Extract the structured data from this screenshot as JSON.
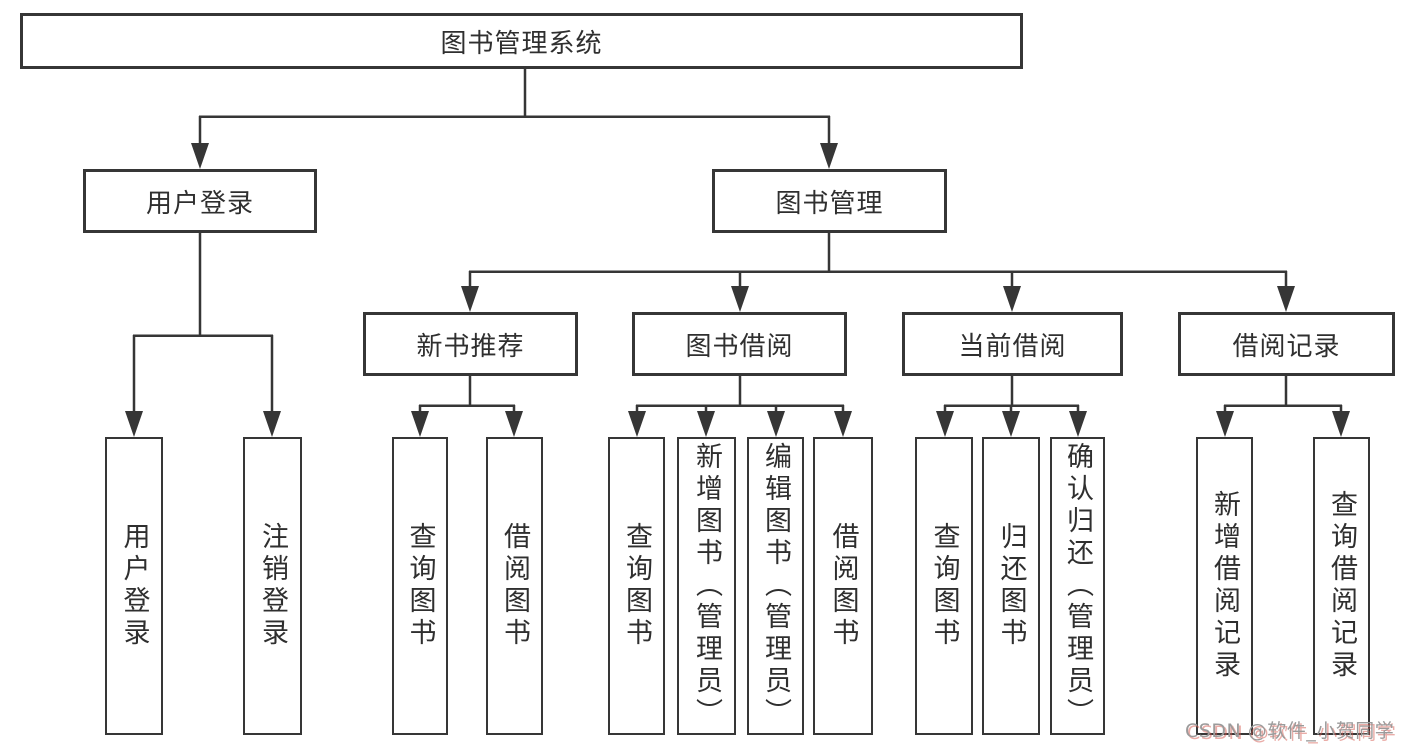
{
  "tree": {
    "root": {
      "label": "图书管理系统"
    },
    "branches": [
      {
        "label": "用户登录",
        "children": [
          {
            "label": "用户登录"
          },
          {
            "label": "注销登录"
          }
        ]
      },
      {
        "label": "图书管理",
        "groups": [
          {
            "label": "新书推荐",
            "children": [
              {
                "label": "查询图书"
              },
              {
                "label": "借阅图书"
              }
            ]
          },
          {
            "label": "图书借阅",
            "children": [
              {
                "label": "查询图书"
              },
              {
                "label": "新增图书（管理员）"
              },
              {
                "label": "编辑图书（管理员）"
              },
              {
                "label": "借阅图书"
              }
            ]
          },
          {
            "label": "当前借阅",
            "children": [
              {
                "label": "查询图书"
              },
              {
                "label": "归还图书"
              },
              {
                "label": "确认归还（管理员）"
              }
            ]
          },
          {
            "label": "借阅记录",
            "children": [
              {
                "label": "新增借阅记录"
              },
              {
                "label": "查询借阅记录"
              }
            ]
          }
        ]
      }
    ]
  },
  "watermark": {
    "text": "CSDN @软件_小贺同学"
  },
  "colors": {
    "background": "#ffffff",
    "line": "#363636",
    "box_border": "#363636",
    "text": "#2f2f2f",
    "watermark_text": "#9b9b9b",
    "watermark_shadow": "#d55a50"
  }
}
